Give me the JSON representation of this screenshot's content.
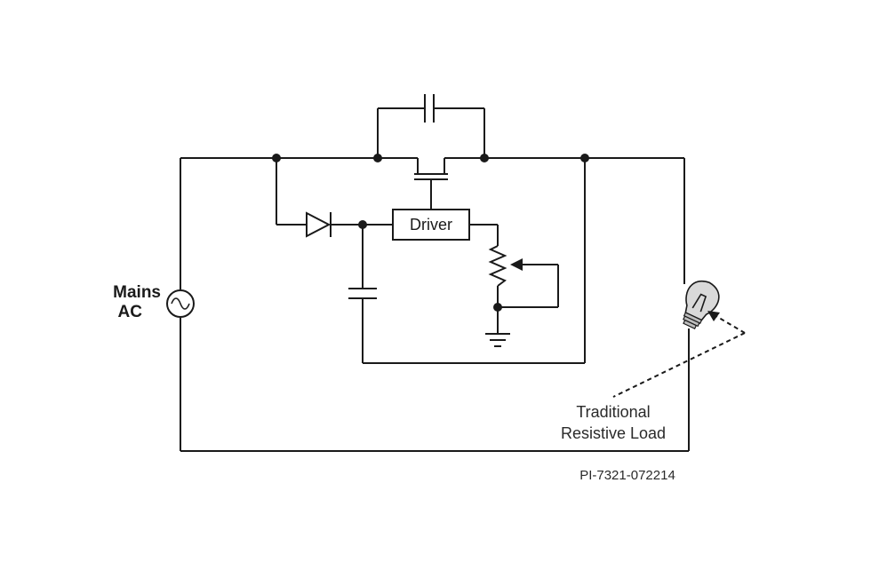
{
  "labels": {
    "mains_line1": "Mains",
    "mains_line2": "AC",
    "driver": "Driver",
    "load_line1": "Traditional",
    "load_line2": "Resistive Load",
    "figure_id": "PI-7321-072214"
  },
  "components": {
    "source": "ac-source-icon",
    "switch": "mosfet-icon",
    "bypass_capacitor": "capacitor-icon",
    "rectifier": "diode-icon",
    "storage_capacitor": "capacitor-icon",
    "potentiometer": "potentiometer-icon",
    "ground": "ground-icon",
    "load": "light-bulb-icon"
  }
}
